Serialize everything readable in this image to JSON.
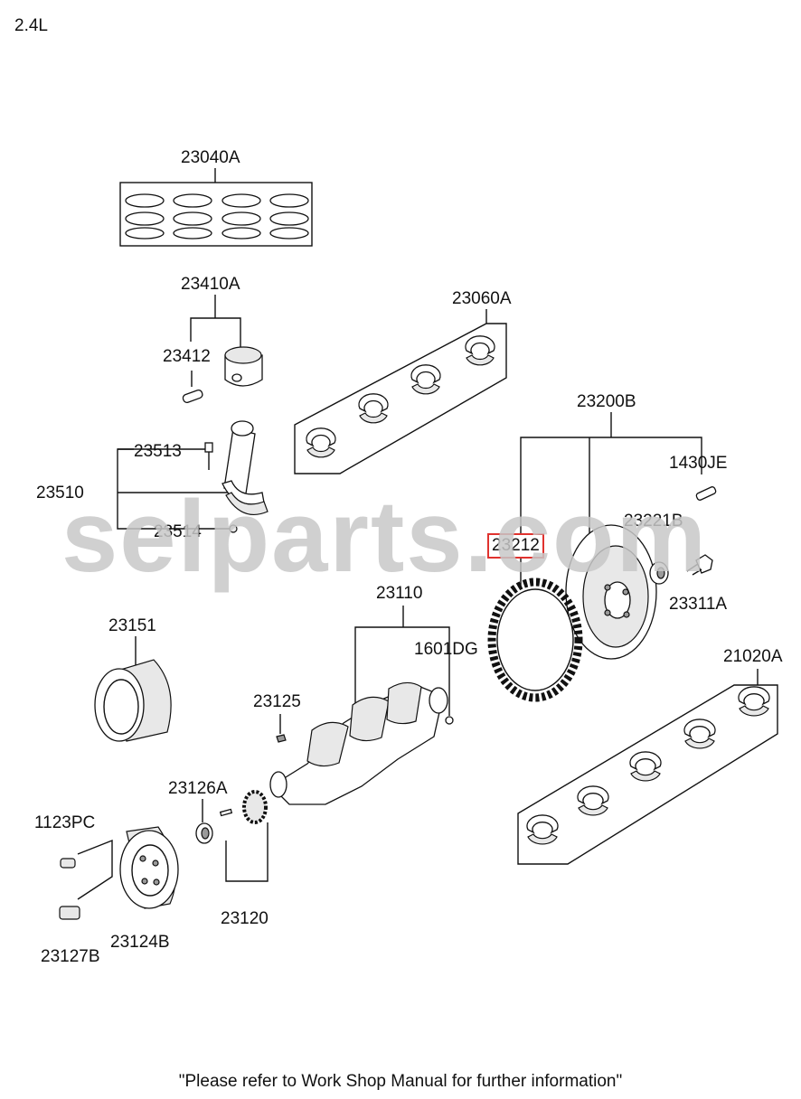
{
  "engine": "2.4L",
  "watermark": "selparts.com",
  "footer_note": "\"Please refer to Work Shop Manual for further information\"",
  "highlight_color": "#e0322e",
  "parts": {
    "piston_ring_set": "23040A",
    "piston_assy": "23410A",
    "piston_pin": "23412",
    "conrod_bolt": "23513",
    "conrod_assy": "23510",
    "conrod_nut": "23514",
    "conrod_bearing_set": "23060A",
    "flywheel_assy": "23200B",
    "flywheel_bolt_pin": "1430JE",
    "ring_gear": "23212",
    "flywheel_bushing": "23221B",
    "flywheel_bolt": "23311A",
    "crankshaft": "23110",
    "crank_pin": "1601DG",
    "rear_oil_seal": "23151",
    "crank_key": "23125",
    "main_bearing_set": "21020A",
    "front_seal": "23126A",
    "timing_sprocket": "23120",
    "pulley_bolt": "1123PC",
    "damper_pulley": "23124B",
    "pulley_center_bolt": "23127B"
  },
  "selected_part": "23212"
}
